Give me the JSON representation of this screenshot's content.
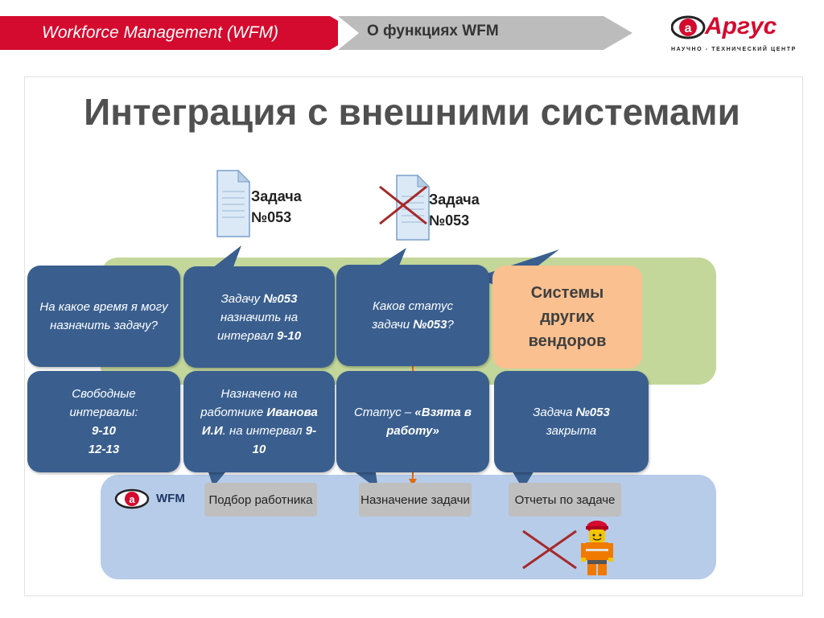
{
  "header": {
    "section_title": "Workforce Management (WFM)",
    "subsection_title": "О функциях WFM"
  },
  "logo": {
    "name": "Аргус",
    "subtitle": "НАУЧНО - ТЕХНИЧЕСКИЙ ЦЕНТР"
  },
  "slide": {
    "title": "Интеграция с внешними системами"
  },
  "documents": {
    "doc1": {
      "line1": "Задача",
      "line2": "№053"
    },
    "doc2": {
      "line1": "Задача",
      "line2": "№053"
    }
  },
  "vendor_box": {
    "line1": "Системы",
    "line2": "других",
    "line3": "вендоров"
  },
  "bubbles": {
    "q1": {
      "text": "На какое время я могу назначить задачу?"
    },
    "q2": {
      "pre": "Задачу ",
      "bold": "№053",
      "mid": " назначить на интервал ",
      "bold2": "9-10"
    },
    "q3": {
      "pre": "Каков статус задачи ",
      "bold": "№053",
      "post": "?"
    },
    "a1": {
      "line1": "Свободные интервалы:",
      "line2": "9-10",
      "line3": "12-13"
    },
    "a2": {
      "pre": "Назначено на работнике ",
      "bold": "Иванова И.И",
      "mid": ". на интервал ",
      "bold2": "9-10"
    },
    "a3": {
      "pre": "Статус – ",
      "bold": "«Взята в работу»"
    },
    "a4": {
      "pre": "Задача ",
      "bold": "№053",
      "post": " закрыта"
    }
  },
  "wfm": {
    "label": "WFM",
    "boxes": [
      "Подбор работника",
      "Назначение задачи",
      "Отчеты по задаче"
    ]
  },
  "colors": {
    "brand_red": "#d40a2e",
    "bubble_blue": "#3a5f8f",
    "green_panel": "#c4d79b",
    "blue_panel": "#b7cce9",
    "vendor_orange": "#fac090"
  }
}
